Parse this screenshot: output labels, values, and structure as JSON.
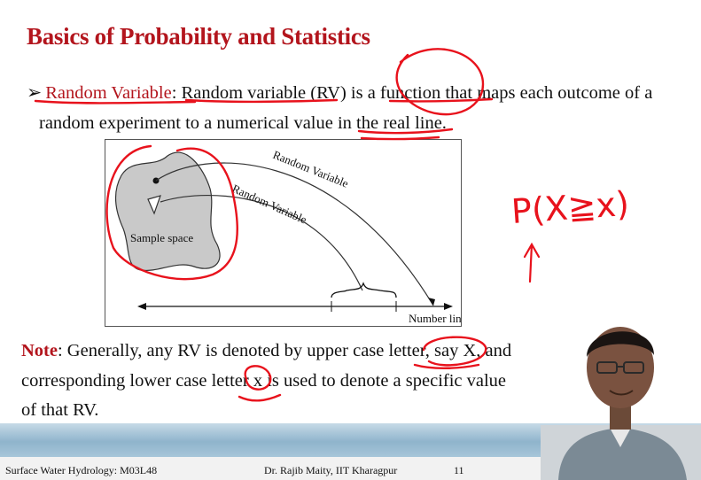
{
  "slide": {
    "title": "Basics of Probability and Statistics",
    "bullet": {
      "term": "Random Variable",
      "sep": ":",
      "text_line1": "Random variable (RV) is a function that maps each outcome of a",
      "text_line2": "random experiment to a numerical value in the real line."
    },
    "figure": {
      "sample_space_label": "Sample space",
      "rv_label_1": "Random Variable",
      "rv_label_2": "Random Variable",
      "number_line_label": "Number line"
    },
    "note": {
      "label": "Note",
      "line1": ": Generally, any RV is denoted by upper case letter, say X, and",
      "line2": "corresponding lower case letter x is used to denote a specific value",
      "line3": "of that RV."
    },
    "handwriting": {
      "formula": "P(X≧x)"
    }
  },
  "footer": {
    "course": "Surface Water Hydrology: M03L48",
    "author": "Dr. Rajib Maity, IIT Kharagpur",
    "page": "11"
  },
  "colors": {
    "title": "#b3151d",
    "ink": "#e8121c",
    "band": "#8fb4cc"
  }
}
